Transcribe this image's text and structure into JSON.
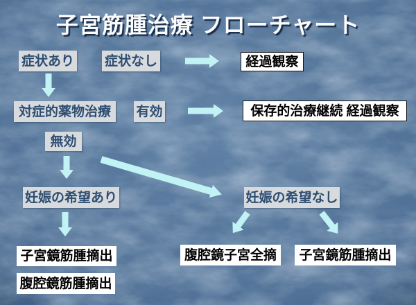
{
  "title": "子宮筋腫治療 フローチャート",
  "colors": {
    "background_base": "#56779c",
    "arrow": "#c2f3f4",
    "label_box_bg": "#d8dbdd",
    "label_box_text": "#2d4d72",
    "result_box_bg": "#ffffff",
    "result_box_text": "#000000",
    "title_text": "#fbfbfb"
  },
  "nodes": {
    "symptom_yes": {
      "label": "症状あり"
    },
    "symptom_no": {
      "label": "症状なし"
    },
    "observation": {
      "label": "経過観察"
    },
    "drug_therapy": {
      "label": "対症的薬物治療"
    },
    "effective": {
      "label": "有効"
    },
    "conservative": {
      "label": "保存的治療継続 経過観察"
    },
    "ineffective": {
      "label": "無効"
    },
    "pregnancy_yes": {
      "label": "妊娠の希望あり"
    },
    "pregnancy_no": {
      "label": "妊娠の希望なし"
    },
    "hysteroscopic_myomectomy_left": {
      "label": "子宮鏡筋腫摘出"
    },
    "laparoscopic_myomectomy_left": {
      "label": "腹腔鏡筋腫摘出"
    },
    "laparoscopic_total_hysterectomy": {
      "label": "腹腔鏡子宮全摘"
    },
    "hysteroscopic_myomectomy_right": {
      "label": "子宮鏡筋腫摘出"
    }
  }
}
